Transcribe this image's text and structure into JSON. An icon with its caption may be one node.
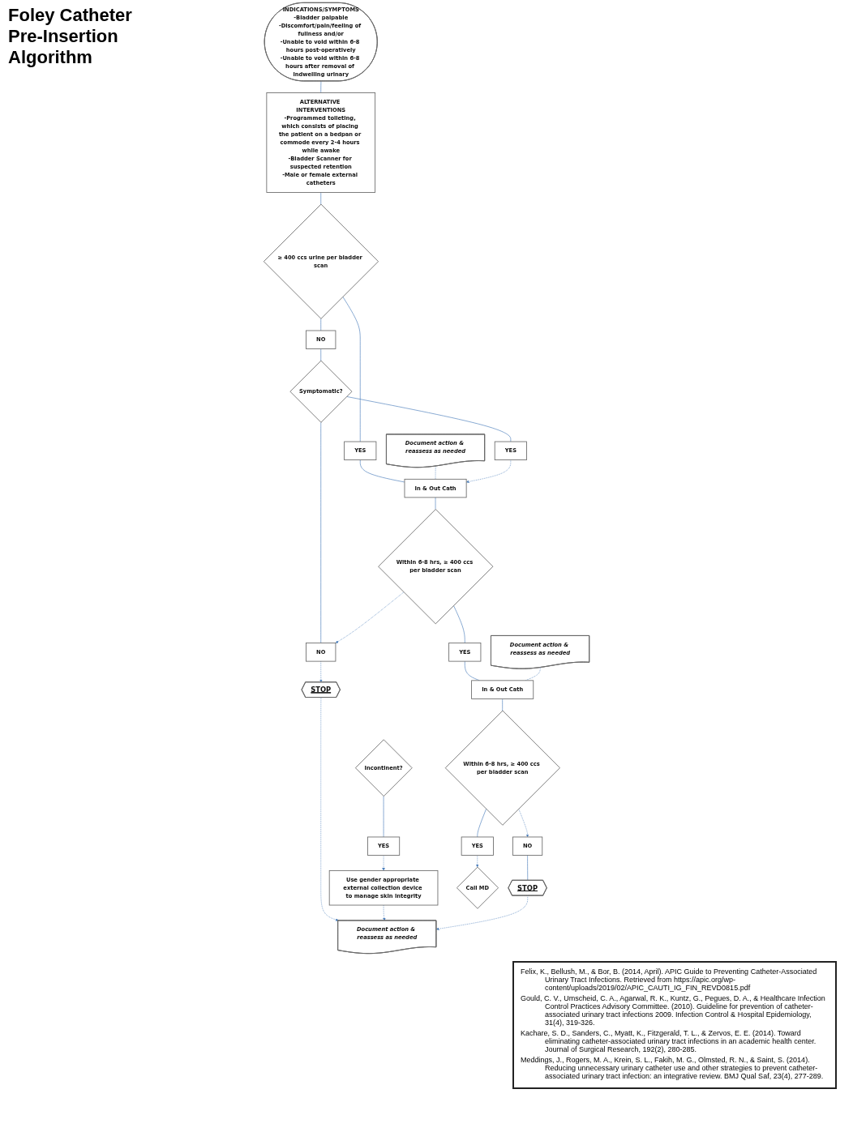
{
  "diagram": {
    "title": "Foley Catheter Pre-Insertion Algorithm",
    "nodes": [
      {
        "text": [
          "INDICATIONS/SYMPTOMS",
          "-Bladder palpable",
          "-Discomfort/pain/feeling of fullness and/or",
          "-Unable to void within 6-8 hours post-operatively",
          "-Unable to void within 6-8 hours after removal of indwelling urinary"
        ]
      },
      {
        "text": [
          "ALTERNATIVE INTERVENTIONS",
          "-Programmed toileting, which consists of placing the patient on a bedpan or commode every 2-4 hours while awake",
          "-Bladder Scanner for suspected retention",
          "-Male or female external catheters"
        ]
      },
      {
        "text": [
          "≥ 400 ccs urine per bladder scan"
        ]
      },
      {
        "text": [
          "YES"
        ]
      },
      {
        "text": [
          "NO"
        ]
      },
      {
        "text": [
          "Document action & reassess as needed"
        ]
      },
      {
        "text": [
          "In & Out Cath"
        ]
      },
      {
        "text": [
          "YES"
        ]
      },
      {
        "text": [
          "Symptomatic?"
        ]
      },
      {
        "text": [
          "Incontinent?"
        ]
      },
      {
        "text": [
          "Within 6-8 hrs, ≥ 400 ccs per bladder scan"
        ]
      },
      {
        "text": [
          "NO"
        ]
      },
      {
        "text": [
          "YES"
        ]
      },
      {
        "text": [
          "YES"
        ]
      },
      {
        "text": [
          "Document action & reassess as needed"
        ]
      },
      {
        "text": [
          "In & Out Cath"
        ]
      },
      {
        "text": [
          "STOP"
        ]
      },
      {
        "text": [
          "Use gender appropriate external collection device to manage skin integrity"
        ]
      },
      {
        "text": [
          "Within 6-8 hrs, ≥ 400 ccs per bladder scan"
        ]
      },
      {
        "text": [
          "NO"
        ]
      },
      {
        "text": [
          "STOP"
        ]
      },
      {
        "text": [
          "Document action & reassess as needed"
        ]
      },
      {
        "text": [
          "YES"
        ]
      },
      {
        "text": [
          "Call MD"
        ]
      }
    ],
    "edges": [
      {
        "from": 0,
        "to": 1,
        "arrow": "none"
      },
      {
        "from": 1,
        "to": 2,
        "arrow": "none"
      },
      {
        "from": 2,
        "to": 3,
        "arrow": "none"
      },
      {
        "from": 2,
        "to": 4,
        "arrow": "none"
      },
      {
        "from": 3,
        "to": 6,
        "arrow": "none"
      },
      {
        "from": 5,
        "to": 6,
        "arrow": "none",
        "style": "dashed"
      },
      {
        "from": 4,
        "to": 8,
        "arrow": "none"
      },
      {
        "from": 8,
        "to": 7,
        "arrow": "none"
      },
      {
        "from": 7,
        "to": 6,
        "arrow": "to",
        "style": "dashed"
      },
      {
        "from": 8,
        "to": 11,
        "arrow": "none"
      },
      {
        "from": 6,
        "to": 10,
        "arrow": "none"
      },
      {
        "from": 10,
        "to": 11,
        "arrow": "to",
        "style": "dashed"
      },
      {
        "from": 9,
        "to": 12,
        "arrow": "none"
      },
      {
        "from": 10,
        "to": 13,
        "arrow": "none"
      },
      {
        "from": 13,
        "to": 15,
        "arrow": "none"
      },
      {
        "from": 14,
        "to": 15,
        "arrow": "none",
        "style": "dashed"
      },
      {
        "from": 11,
        "to": 16,
        "arrow": "to",
        "style": "dashed"
      },
      {
        "from": 12,
        "to": 17,
        "arrow": "to",
        "style": "dashed"
      },
      {
        "from": 15,
        "to": 18,
        "arrow": "none"
      },
      {
        "from": 16,
        "to": 21,
        "arrow": "to",
        "style": "dashed"
      },
      {
        "from": 17,
        "to": 21,
        "arrow": "to",
        "style": "dashed"
      },
      {
        "from": 18,
        "to": 19,
        "arrow": "to",
        "style": "dashed"
      },
      {
        "from": 19,
        "to": 20,
        "arrow": "none"
      },
      {
        "from": 20,
        "to": 21,
        "arrow": "to",
        "style": "dashed"
      },
      {
        "from": 18,
        "to": 22,
        "arrow": "none"
      },
      {
        "from": 22,
        "to": 23,
        "arrow": "to",
        "style": "dashed"
      }
    ],
    "labels": [
      "Felix, K., Bellush, M., & Bor, B. (2014, April). APIC Guide to Preventing Catheter-Associated Urinary Tract Infections. Retrieved from https://apic.org/wp-content/uploads/2019/02/APIC_CAUTI_IG_FIN_REVD0815.pdf",
      "Gould, C. V., Umscheid, C. A., Agarwal, R. K., Kuntz, G., Pegues, D. A., & Healthcare Infection Control Practices Advisory Committee. (2010). Guideline for prevention of catheter-associated urinary tract infections 2009. Infection Control & Hospital Epidemiology, 31(4), 319-326.",
      "Kachare, S. D., Sanders, C., Myatt, K., Fitzgerald, T. L., & Zervos, E. E. (2014). Toward eliminating catheter-associated urinary tract infections in an academic health center. Journal of Surgical Research, 192(2), 280-285.",
      "Meddings, J., Rogers, M. A., Krein, S. L., Fakih, M. G., Olmsted, R. N., & Saint, S. (2014). Reducing unnecessary urinary catheter use and other strategies to prevent catheter-associated urinary tract infection: an integrative review. BMJ Qual Saf, 23(4), 277-289."
    ]
  }
}
